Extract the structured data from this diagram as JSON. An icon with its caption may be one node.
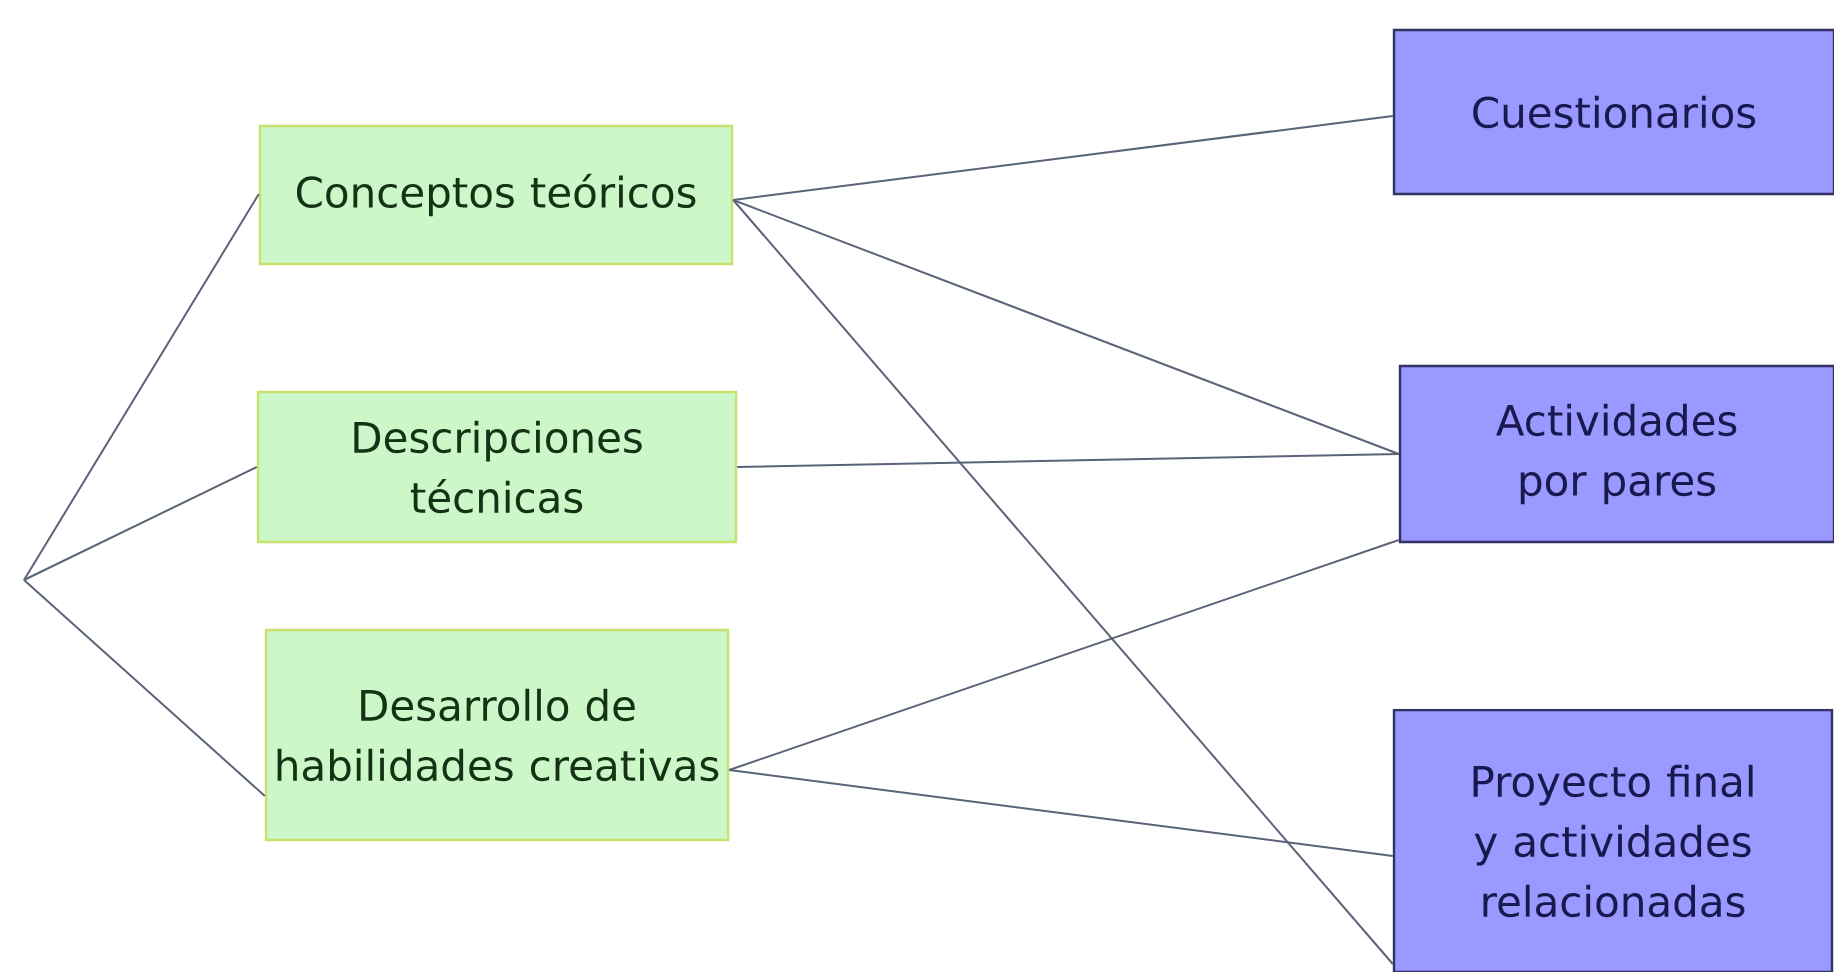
{
  "diagram": {
    "nodes": [
      {
        "text": [
          "Conceptos teóricos"
        ]
      },
      {
        "text": [
          "Descripciones técnicas"
        ]
      },
      {
        "text": [
          "Desarrollo de habilidades creativas"
        ]
      },
      {
        "text": [
          "Cuestionarios"
        ]
      },
      {
        "text": [
          "Actividades por pares"
        ]
      },
      {
        "text": [
          "Proyecto final y actividades relacionadas"
        ]
      }
    ],
    "edges": [
      {
        "from": null,
        "to": 0,
        "arrow": "none"
      },
      {
        "from": null,
        "to": 1,
        "arrow": "none"
      },
      {
        "from": null,
        "to": 2,
        "arrow": "none"
      },
      {
        "from": 0,
        "to": 3,
        "arrow": "none"
      },
      {
        "from": 0,
        "to": 4,
        "arrow": "none"
      },
      {
        "from": 0,
        "to": 5,
        "arrow": "none"
      },
      {
        "from": 1,
        "to": 4,
        "arrow": "none"
      },
      {
        "from": 2,
        "to": 4,
        "arrow": "none"
      },
      {
        "from": 2,
        "to": 5,
        "arrow": "none"
      }
    ]
  }
}
